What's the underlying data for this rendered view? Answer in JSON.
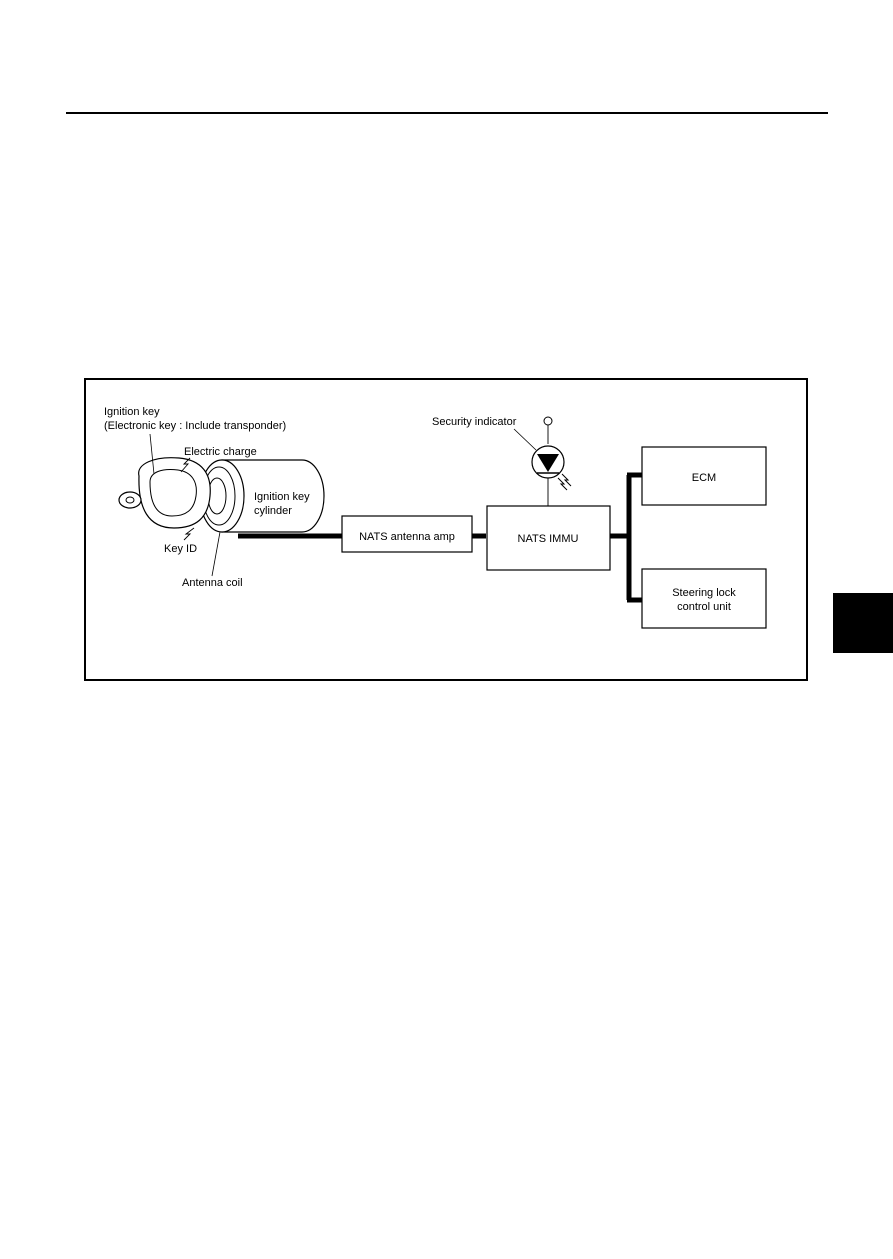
{
  "diagram": {
    "callouts": {
      "ignition_key_line1": "Ignition key",
      "ignition_key_line2": "(Electronic key : Include transponder)",
      "electric_charge": "Electric charge",
      "key_id": "Key ID",
      "antenna_coil": "Antenna coil",
      "cylinder_line1": "Ignition key",
      "cylinder_line2": "cylinder",
      "security_indicator": "Security indicator"
    },
    "boxes": {
      "antenna_amp": "NATS antenna amp",
      "immu": "NATS IMMU",
      "ecm": "ECM",
      "steering_line1": "Steering lock",
      "steering_line2": "control unit"
    }
  }
}
